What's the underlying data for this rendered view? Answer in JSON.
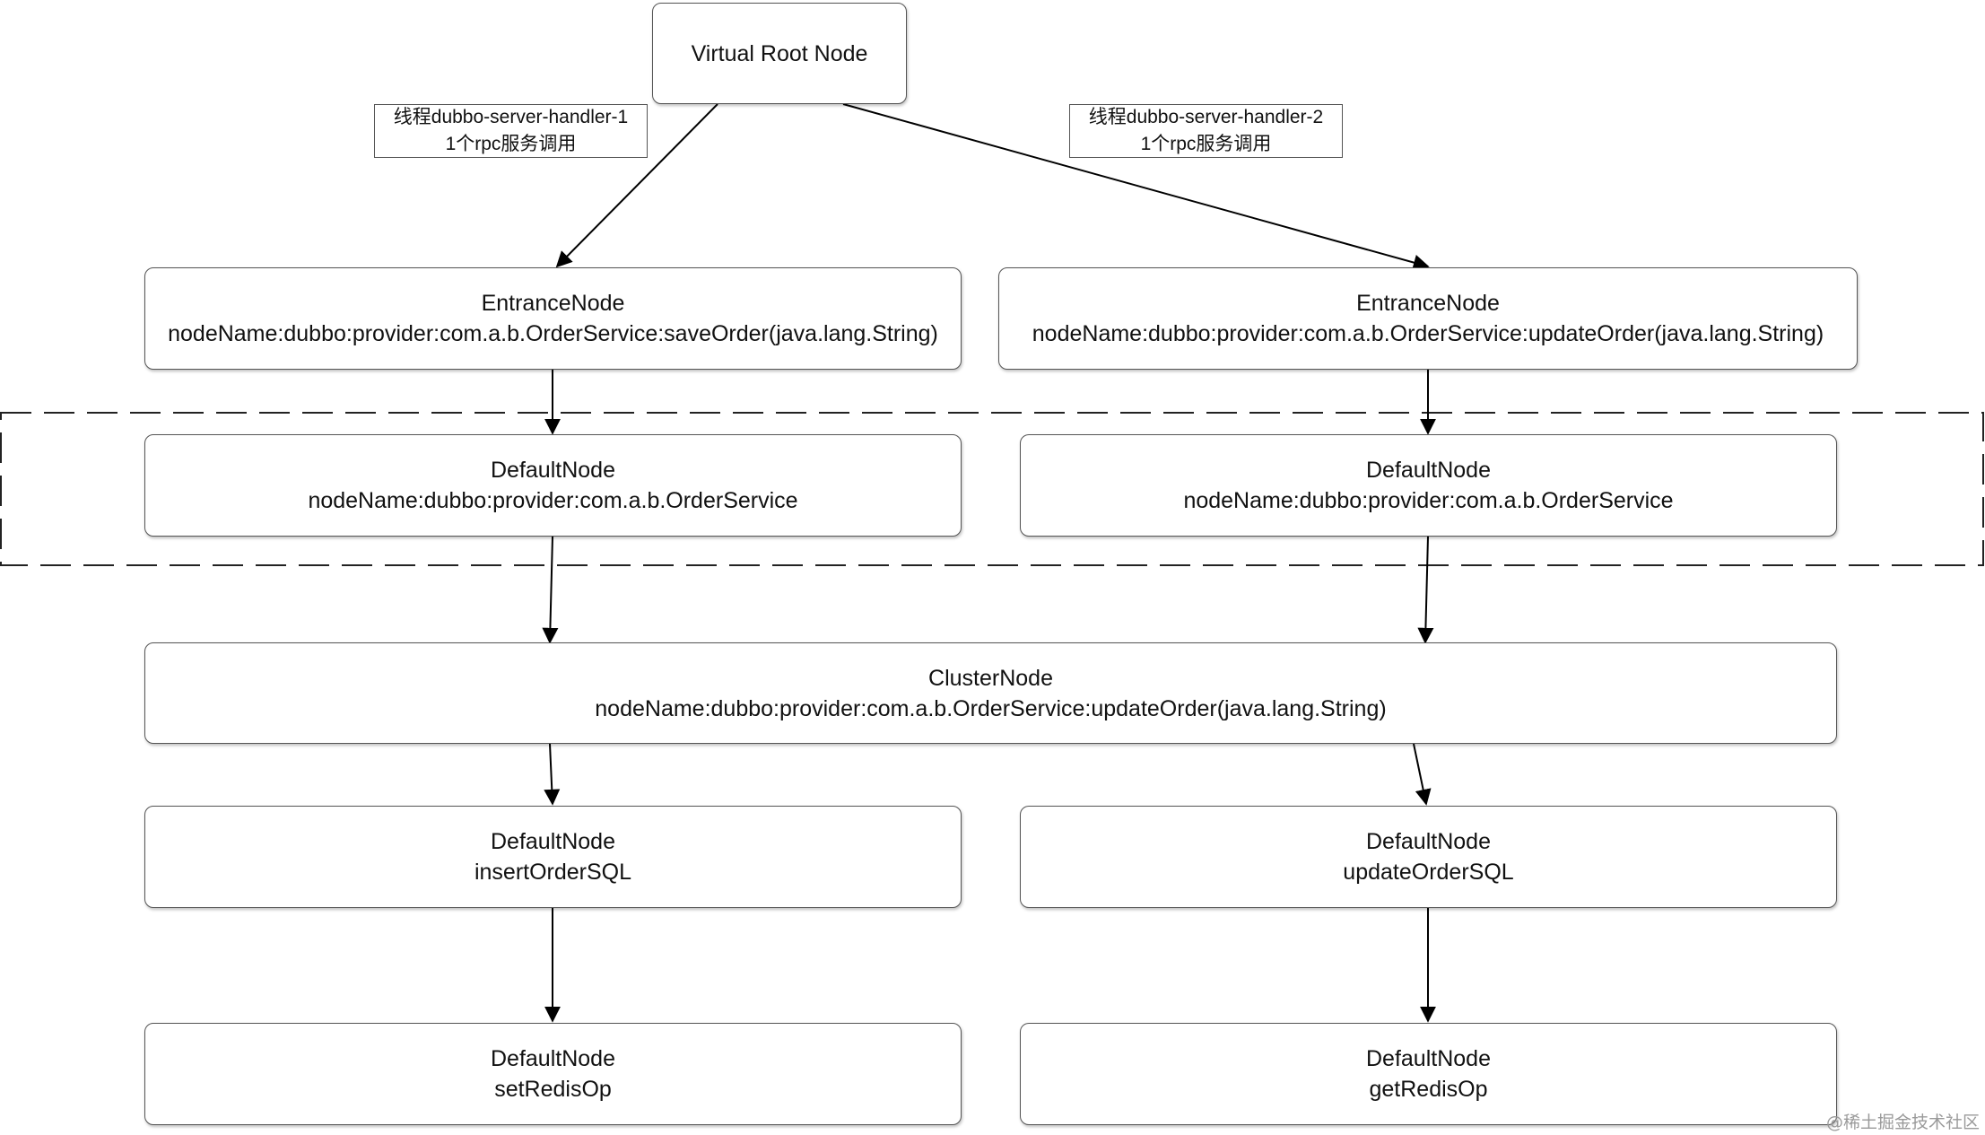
{
  "root": {
    "title": "Virtual Root Node"
  },
  "thread_labels": [
    {
      "line1": "线程dubbo-server-handler-1",
      "line2": "1个rpc服务调用"
    },
    {
      "line1": "线程dubbo-server-handler-2",
      "line2": "1个rpc服务调用"
    }
  ],
  "entrance_nodes": [
    {
      "type": "EntranceNode",
      "name": "nodeName:dubbo:provider:com.a.b.OrderService:saveOrder(java.lang.String)"
    },
    {
      "type": "EntranceNode",
      "name": "nodeName:dubbo:provider:com.a.b.OrderService:updateOrder(java.lang.String)"
    }
  ],
  "default_nodes": [
    {
      "type": "DefaultNode",
      "name": "nodeName:dubbo:provider:com.a.b.OrderService"
    },
    {
      "type": "DefaultNode",
      "name": "nodeName:dubbo:provider:com.a.b.OrderService"
    }
  ],
  "cluster_node": {
    "type": "ClusterNode",
    "name": "nodeName:dubbo:provider:com.a.b.OrderService:updateOrder(java.lang.String)"
  },
  "sql_nodes": [
    {
      "type": "DefaultNode",
      "name": "insertOrderSQL"
    },
    {
      "type": "DefaultNode",
      "name": "updateOrderSQL"
    }
  ],
  "redis_nodes": [
    {
      "type": "DefaultNode",
      "name": "setRedisOp"
    },
    {
      "type": "DefaultNode",
      "name": "getRedisOp"
    }
  ],
  "watermark": "@稀土掘金技术社区"
}
